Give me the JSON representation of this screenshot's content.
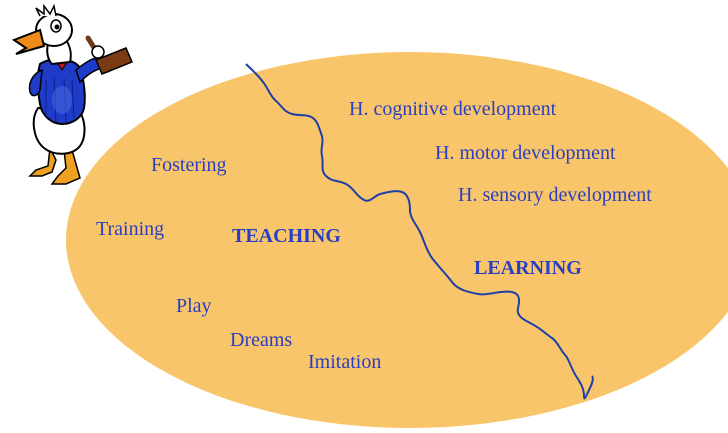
{
  "colors": {
    "ellipse_fill": "#f9c56b",
    "river": "#1f3fa8",
    "text": "#2a3fbf",
    "duck_body": "#ffffff",
    "duck_shirt": "#1e3cc8",
    "duck_beak": "#f08a1a",
    "duck_legs": "#f0a020",
    "hammer_head": "#7a3a14"
  },
  "diagram": {
    "regions": {
      "teaching": "TEACHING",
      "learning": "LEARNING"
    },
    "teaching_items": {
      "fostering": "Fostering",
      "training": "Training",
      "play": "Play",
      "dreams": "Dreams",
      "imitation": "Imitation"
    },
    "learning_items": {
      "cognitive": "H. cognitive development",
      "motor": "H. motor development",
      "sensory": "H. sensory development"
    }
  },
  "icons": {
    "mascot": "duck-with-hammer-icon"
  }
}
